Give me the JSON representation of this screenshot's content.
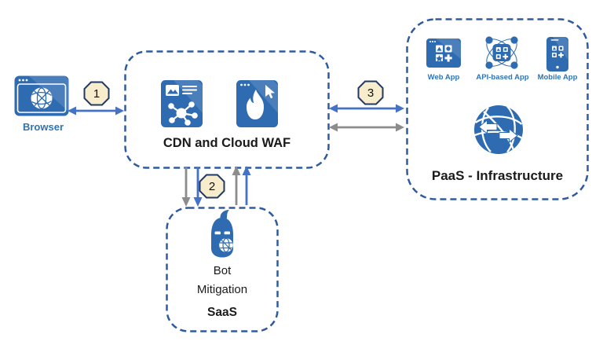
{
  "colors": {
    "icon_blue": "#2E6BB0",
    "dashed_border_blue": "#2F5B9E",
    "label_blue": "#2E74B5",
    "arrow_blue": "#4472C4",
    "arrow_gray": "#8C8C8C",
    "badge_fill": "#F7ECCC",
    "badge_border": "#1F3864",
    "text_black": "#1A1A1A"
  },
  "icons": {
    "browser": "browser-globe-icon",
    "cdn": "cdn-network-icon",
    "waf": "waf-flame-icon",
    "bot": "bot-mask-icon",
    "web_app": "web-app-icon",
    "api_app": "api-orbit-app-icon",
    "mobile_app": "mobile-app-icon",
    "paas_globe": "globe-exchange-icon"
  },
  "nodes": {
    "browser": {
      "label": "Browser"
    },
    "cdn_waf": {
      "label": "CDN and Cloud WAF"
    },
    "bot_mitigation": {
      "line1": "Bot",
      "line2": "Mitigation",
      "line3": "SaaS"
    },
    "paas": {
      "label": "PaaS - Infrastructure",
      "apps": [
        {
          "label": "Web App"
        },
        {
          "label": "API-based App"
        },
        {
          "label": "Mobile App"
        }
      ]
    }
  },
  "flows": [
    {
      "number": "1"
    },
    {
      "number": "2"
    },
    {
      "number": "3"
    }
  ]
}
